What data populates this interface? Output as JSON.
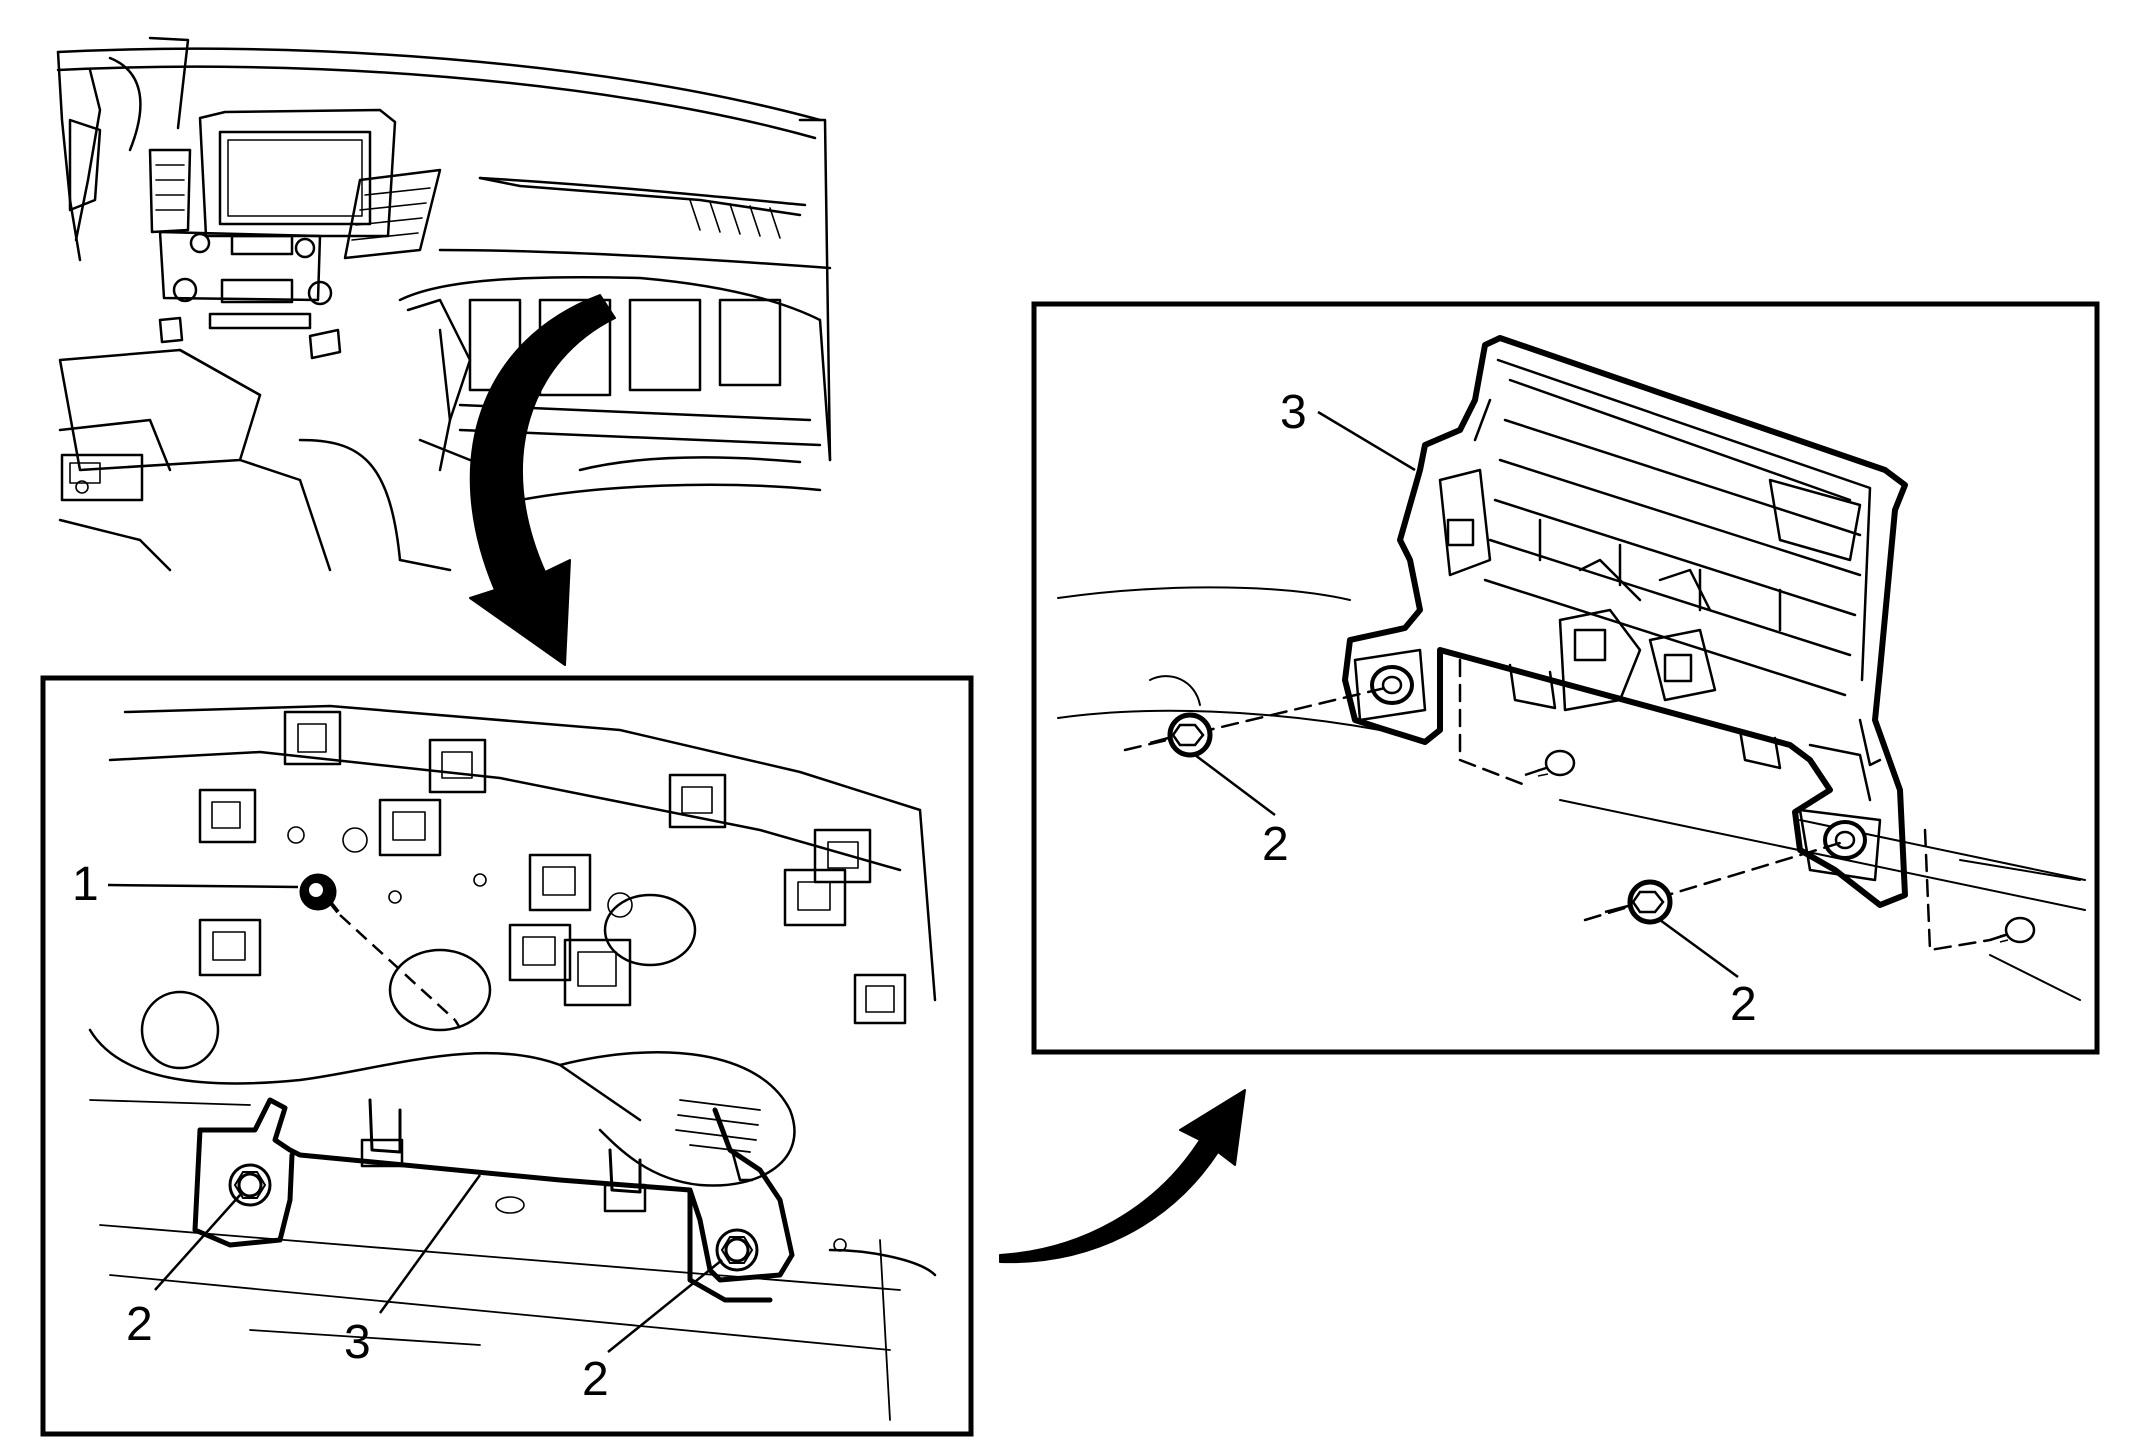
{
  "colors": {
    "ink": "#000000",
    "paper": "#ffffff"
  },
  "icons": {
    "overview_to_detail_arrow": "curved-arrow-down-icon",
    "detail_to_exploded_arrow": "curved-arrow-up-right-icon"
  },
  "detail_view": {
    "callouts": {
      "bolt": "1",
      "nut_left": "2",
      "bracket": "3",
      "nut_right": "2"
    }
  },
  "exploded_view": {
    "callouts": {
      "bracket": "3",
      "nut_upper": "2",
      "nut_lower": "2"
    }
  }
}
